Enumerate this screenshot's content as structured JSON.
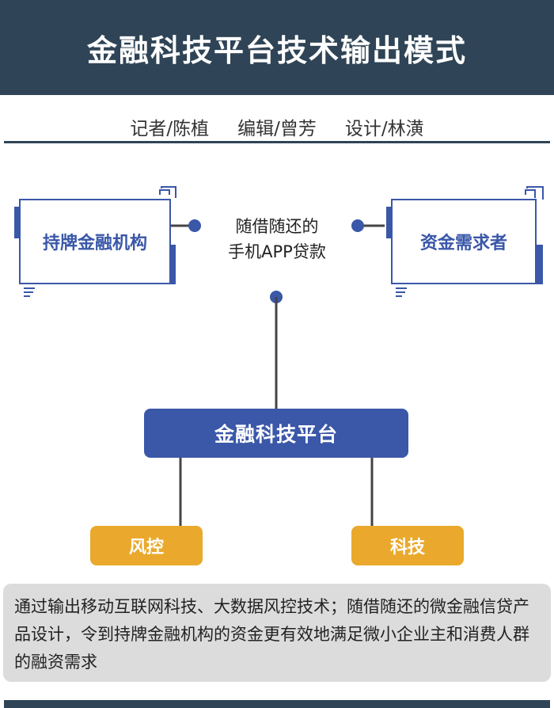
{
  "header": {
    "title": "金融科技平台技术输出模式"
  },
  "credits": {
    "reporter": "记者/陈植",
    "editor": "编辑/曾芳",
    "designer": "设计/林潢"
  },
  "diagram": {
    "left_node": "持牌金融机构",
    "right_node": "资金需求者",
    "center_line1": "随借随还的",
    "center_line2": "手机APP贷款",
    "platform": "金融科技平台",
    "branch_left": "风控",
    "branch_right": "科技"
  },
  "note": {
    "text": "通过输出移动互联网科技、大数据风控技术；随借随还的微金融信贷产品设计，令到持牌金融机构的资金更有效地满足微小企业主和消费人群的融资需求"
  },
  "colors": {
    "header_bg": "#2f4456",
    "accent_blue": "#3a57a8",
    "accent_orange": "#eaa92c",
    "note_bg": "#dcdcdc"
  }
}
